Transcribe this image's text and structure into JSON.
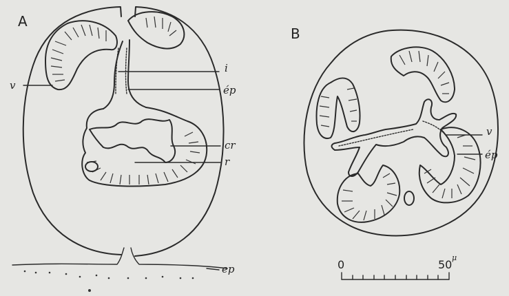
{
  "figure": {
    "panel_a_label": "A",
    "panel_b_label": "B",
    "panel_a_labels": {
      "v": "v",
      "i": "i",
      "ep": "ép",
      "cr": "cr",
      "r": "r",
      "bottom_ep": "ep"
    },
    "panel_b_labels": {
      "v": "v",
      "ep": "ép"
    },
    "scale_bar": {
      "start": "0",
      "end": "50",
      "unit": "μ"
    }
  }
}
